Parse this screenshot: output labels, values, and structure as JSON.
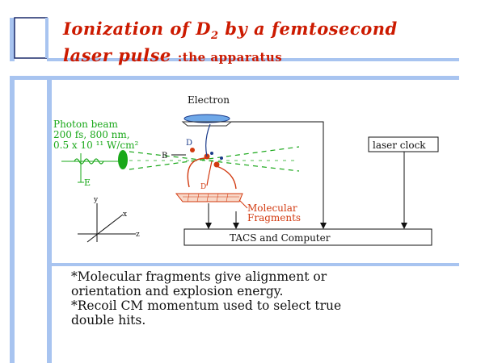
{
  "slide": {
    "title_line1_pre": "Ionization of D",
    "title_line1_sub": "2",
    "title_line1_post": " by a femtosecond",
    "title_line2": "laser pulse",
    "subtitle": ":the apparatus"
  },
  "diagram": {
    "electron_label": "Electron",
    "photon_beam_lines": [
      "Photon beam",
      "200 fs, 800 nm,",
      "0.5 x 10 ¹¹ W/cm²"
    ],
    "e_field_label": "E",
    "b_label": "B",
    "d_label": "D",
    "laser_clock_label": "laser clock",
    "molecular_fragments_lines": [
      "Molecular",
      "Fragments"
    ],
    "tacs_label": "TACS and Computer",
    "axis_y": "y",
    "axis_x": "x",
    "axis_z": "z"
  },
  "bullets": [
    "*Molecular fragments give alignment or",
    "orientation and explosion energy.",
    "*Recoil CM momentum used to select true",
    "double hits."
  ],
  "colors": {
    "title": "#cc1a00",
    "frame_blue": "#a8c4f0",
    "beam_green": "#1aa81a",
    "fragment_red": "#d23a10",
    "detector_blue": "#6fa8e8"
  }
}
